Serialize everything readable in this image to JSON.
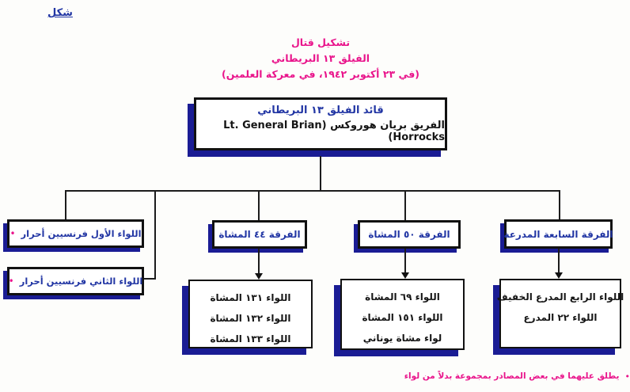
{
  "figure_label": "شكل",
  "title": {
    "line1": "تشكيل قتال",
    "line2": "الفيلق ١٣ البريطاني",
    "line3": "(في ٢٣ أكتوبر ١٩٤٢، في معركة العلمين)"
  },
  "root": {
    "title": "قائد الفيلق ١٣ البريطاني",
    "subtitle": "الفريق بريان هوروكس (Lt. General Brian Horrocks)"
  },
  "french_brigades": [
    {
      "marker": "•",
      "label": "اللواء الأول فرنسيين أحرار"
    },
    {
      "marker": "•",
      "label": "اللواء الثاني فرنسيين أحرار"
    }
  ],
  "divisions": [
    {
      "label": "الفرقة ٤٤ المشاة",
      "units": [
        "اللواء ١٣١ المشاة",
        "اللواء ١٣٢ المشاة",
        "اللواء ١٣٣ المشاة"
      ]
    },
    {
      "label": "الفرقة ٥٠ المشاة",
      "units": [
        "اللواء ٦٩ المشاة",
        "اللواء ١٥١ المشاة",
        "لواء مشاة يوناني"
      ]
    },
    {
      "label": "الفرقة السابعة المدرعة",
      "units": [
        "اللواء الرابع المدرع الخفيف",
        "اللواء ٢٢ المدرع"
      ]
    }
  ],
  "footnote": {
    "marker": "•",
    "text": "يطلق عليهما في بعض المصادر بمجموعة بدلاً من لواء"
  },
  "colors": {
    "accent_magenta": "#e9148b",
    "text_blue": "#2236a4",
    "shadow_navy": "#1a1c94",
    "line_black": "#1c1c1c"
  }
}
